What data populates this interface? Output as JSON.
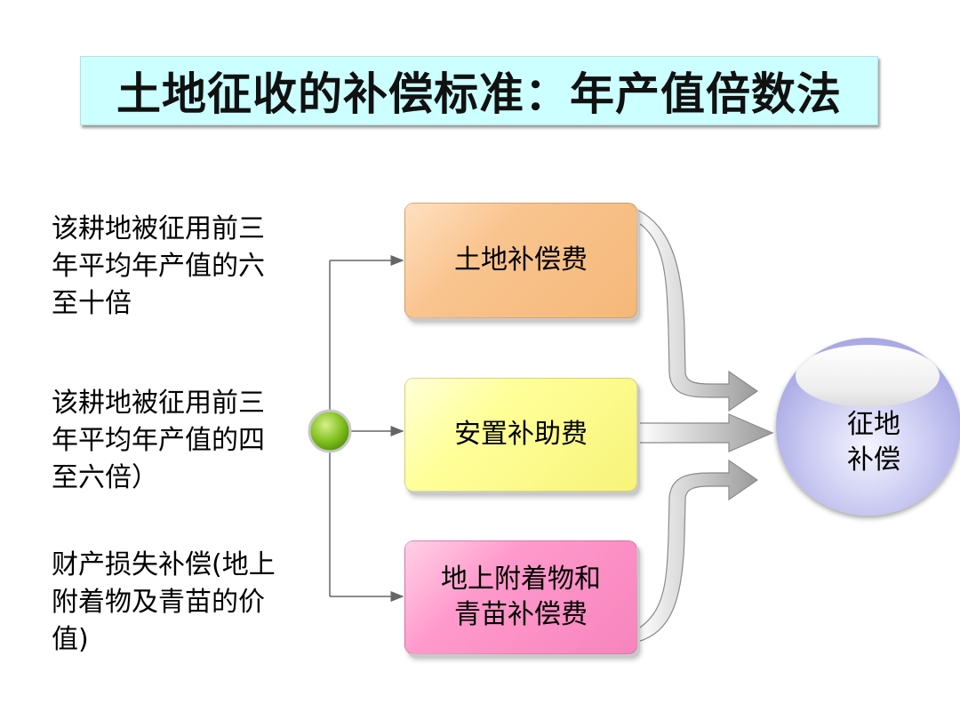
{
  "title": "土地征收的补偿标准：年产值倍数法",
  "descriptions": [
    [
      "该耕地被征用前三",
      "年平均年产值的六",
      "至十倍"
    ],
    [
      "该耕地被征用前三",
      "年平均年产值的四",
      "至六倍）"
    ],
    [
      "财产损失补偿(地上",
      "附着物及青苗的价",
      "值)"
    ]
  ],
  "boxes": [
    {
      "lines": [
        "土地补偿费"
      ],
      "color": "#f9c48f"
    },
    {
      "lines": [
        "安置补助费"
      ],
      "color": "#ffff99"
    },
    {
      "lines": [
        "地上附着物和",
        "青苗补偿费"
      ],
      "color": "#ff99cc"
    }
  ],
  "result": {
    "lines": [
      "征地",
      "补偿"
    ]
  }
}
